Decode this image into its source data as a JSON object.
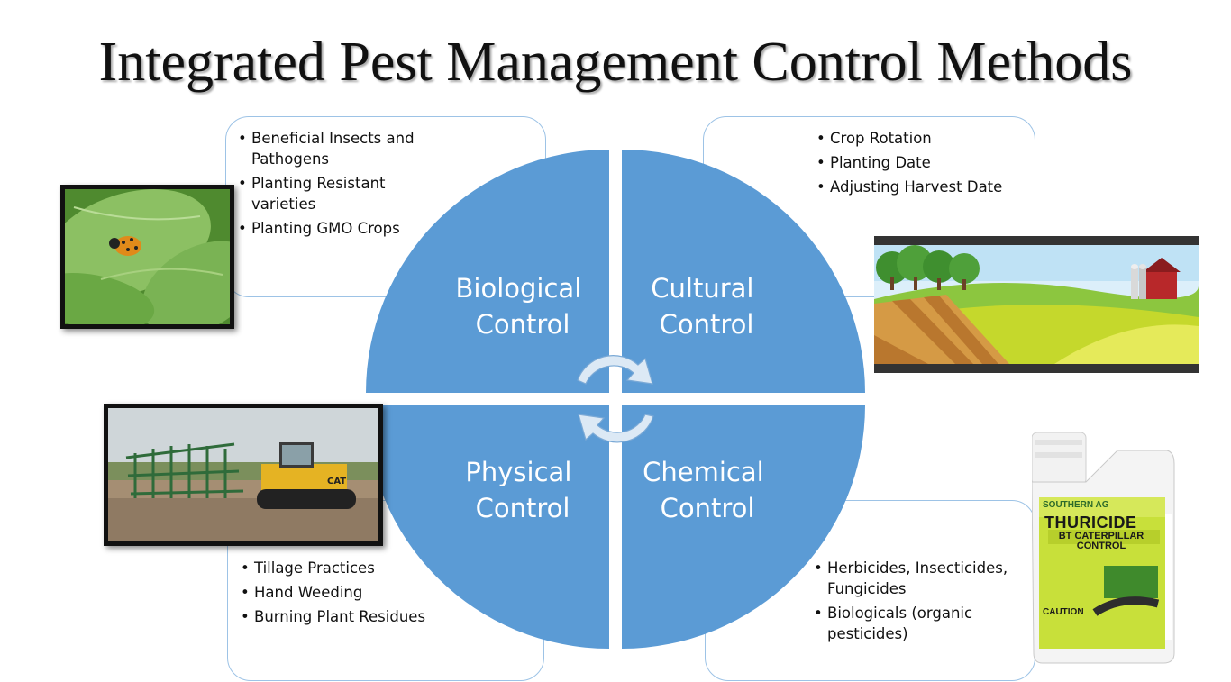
{
  "title": "Integrated Pest Management Control Methods",
  "quadrants": {
    "biological": {
      "line1": "Biological",
      "line2": "Control"
    },
    "cultural": {
      "line1": "Cultural",
      "line2": "Control"
    },
    "physical": {
      "line1": "Physical",
      "line2": "Control"
    },
    "chemical": {
      "line1": "Chemical",
      "line2": "Control"
    }
  },
  "boxes": {
    "biological": {
      "items": [
        "Beneficial Insects and Pathogens",
        "Planting Resistant varieties",
        "Planting GMO Crops"
      ]
    },
    "cultural": {
      "items": [
        "Crop Rotation",
        "Planting Date",
        "Adjusting Harvest Date"
      ]
    },
    "physical": {
      "items": [
        "Tillage Practices",
        "Hand Weeding",
        "Burning Plant Residues"
      ]
    },
    "chemical": {
      "items": [
        "Herbicides, Insecticides, Fungicides",
        "Biologicals (organic pesticides)"
      ]
    }
  },
  "product_label": {
    "brand": "SOUTHERN AG",
    "name": "THURICIDE",
    "subtitle": "BT CATERPILLAR CONTROL",
    "warning": "CAUTION"
  },
  "tractor_brand": "CAT",
  "colors": {
    "quadrant_fill": "#5b9bd5",
    "box_border": "#9dc3e6",
    "arrow_fill": "#dce9f5"
  }
}
